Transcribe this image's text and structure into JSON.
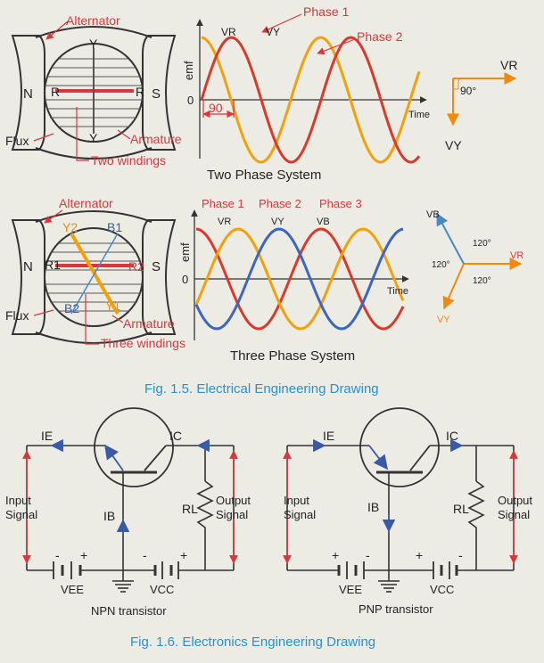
{
  "top": {
    "two_phase": {
      "alternator_label": "Alternator",
      "pole_north": "N",
      "pole_south": "S",
      "coil_r_left": "R",
      "coil_r_right": "R",
      "coil_y_top": "Y",
      "coil_y_bottom": "Y",
      "flux_label": "Flux",
      "armature_label": "Armature",
      "windings_label": "Two windings",
      "phase1_label": "Phase 1",
      "phase2_label": "Phase 2",
      "vr_label": "VR",
      "vy_label": "VY",
      "emf_label": "emf",
      "zero_label": "0",
      "angle_label": "90",
      "time_label": "Time",
      "system_title": "Two Phase System",
      "phasor_vr": "VR",
      "phasor_vy": "VY",
      "phasor_angle": "90°"
    },
    "three_phase": {
      "alternator_label": "Alternator",
      "pole_north": "N",
      "pole_south": "S",
      "coil_r1": "R1",
      "coil_r2": "R2",
      "coil_y1": "Y1",
      "coil_y2": "Y2",
      "coil_b1": "B1",
      "coil_b2": "B2",
      "flux_label": "Flux",
      "armature_label": "Armature",
      "windings_label": "Three windings",
      "phase1_label": "Phase 1",
      "phase2_label": "Phase 2",
      "phase3_label": "Phase 3",
      "vr_label": "VR",
      "vy_label": "VY",
      "vb_label": "VB",
      "emf_label": "emf",
      "zero_label": "0",
      "time_label": "Time",
      "system_title": "Three Phase System",
      "phasor_vr": "VR",
      "phasor_vy": "VY",
      "phasor_vb": "VB",
      "angle_1": "120°",
      "angle_2": "120°",
      "angle_3": "120°"
    },
    "caption": "Fig. 1.5. Electrical Engineering Drawing"
  },
  "bottom": {
    "npn": {
      "ie_label": "IE",
      "ic_label": "IC",
      "ib_label": "IB",
      "rl_label": "RL",
      "input_label_1": "Input",
      "input_label_2": "Signal",
      "output_label_1": "Output",
      "output_label_2": "Signal",
      "vee_label": "VEE",
      "vcc_label": "VCC",
      "minus_1": "-",
      "plus_1": "+",
      "minus_2": "-",
      "plus_2": "+",
      "title": "NPN transistor"
    },
    "pnp": {
      "ie_label": "IE",
      "ic_label": "IC",
      "ib_label": "IB",
      "rl_label": "RL",
      "input_label_1": "Input",
      "input_label_2": "Signal",
      "output_label_1": "Output",
      "output_label_2": "Signal",
      "vee_label": "VEE",
      "vcc_label": "VCC",
      "plus_1": "+",
      "minus_1": "-",
      "plus_2": "+",
      "minus_2": "-",
      "title": "PNP transistor"
    },
    "caption": "Fig. 1.6. Electronics Engineering Drawing"
  },
  "colors": {
    "red": "#d8373d",
    "orange": "#ee8a12",
    "blue": "#4a88c4",
    "caption_blue": "#2c8fd0",
    "red_wave": "#d83a2c",
    "orange_wave": "#f0a10c",
    "blue_wave": "#3c66c0",
    "line": "#333333",
    "fill_machine": "#ecebe4"
  }
}
